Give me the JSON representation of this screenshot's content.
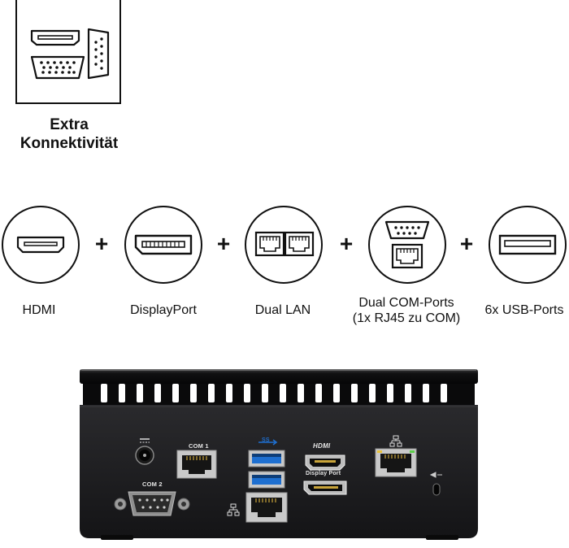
{
  "feature": {
    "title_line1": "Extra",
    "title_line2": "Konnektivität",
    "icons": [
      "hdmi-port-icon",
      "vga-port-icon",
      "serial-port-icon"
    ]
  },
  "ports": [
    {
      "label": "HDMI",
      "icon": "hdmi-icon"
    },
    {
      "label": "DisplayPort",
      "icon": "displayport-icon"
    },
    {
      "label": "Dual LAN",
      "icon": "dual-lan-icon"
    },
    {
      "label_line1": "Dual COM-Ports",
      "label_line2": "(1x RJ45 zu COM)",
      "icon": "com-port-icon"
    },
    {
      "label": "6x USB-Ports",
      "icon": "usb-icon"
    }
  ],
  "separator": "+",
  "device": {
    "com1_label": "COM 1",
    "com2_label": "COM 2",
    "hdmi_label": "HDMI",
    "displayport_label": "Display Port",
    "usb_label": "SS",
    "colors": {
      "body": "#1b1b1d",
      "usb_blue": "#1e6fd0",
      "lid": "#0c0c0d"
    }
  }
}
